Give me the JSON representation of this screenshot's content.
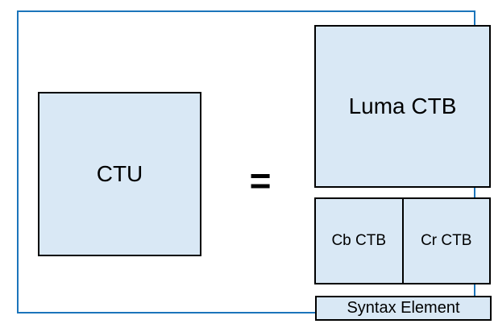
{
  "colors": {
    "box_fill": "#d9e8f5",
    "box_border": "#000000",
    "frame_border": "#1b75bb",
    "text": "#000000",
    "background": "#ffffff"
  },
  "diagram": {
    "left_box": {
      "label": "CTU"
    },
    "operator": {
      "symbol": "="
    },
    "right": {
      "luma_box": {
        "label": "Luma CTB"
      },
      "chroma_boxes": [
        {
          "label": "Cb CTB"
        },
        {
          "label": "Cr CTB"
        }
      ],
      "syntax_box": {
        "label": "Syntax Element"
      }
    }
  }
}
